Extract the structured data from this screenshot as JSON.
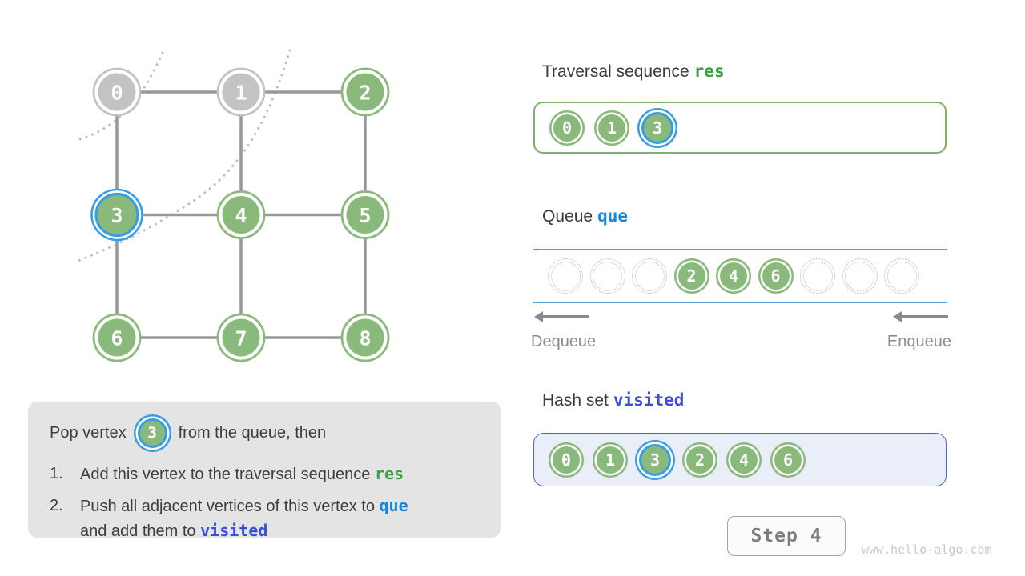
{
  "graph": {
    "nodes": [
      {
        "id": "0",
        "row": 0,
        "col": 0,
        "state": "gray",
        "highlight": false
      },
      {
        "id": "1",
        "row": 0,
        "col": 1,
        "state": "gray",
        "highlight": false
      },
      {
        "id": "2",
        "row": 0,
        "col": 2,
        "state": "green",
        "highlight": false
      },
      {
        "id": "3",
        "row": 1,
        "col": 0,
        "state": "green",
        "highlight": true
      },
      {
        "id": "4",
        "row": 1,
        "col": 1,
        "state": "green",
        "highlight": false
      },
      {
        "id": "5",
        "row": 1,
        "col": 2,
        "state": "green",
        "highlight": false
      },
      {
        "id": "6",
        "row": 2,
        "col": 0,
        "state": "green",
        "highlight": false
      },
      {
        "id": "7",
        "row": 2,
        "col": 1,
        "state": "green",
        "highlight": false
      },
      {
        "id": "8",
        "row": 2,
        "col": 2,
        "state": "green",
        "highlight": false
      }
    ],
    "edges": [
      [
        "0",
        "1"
      ],
      [
        "1",
        "2"
      ],
      [
        "3",
        "4"
      ],
      [
        "4",
        "5"
      ],
      [
        "6",
        "7"
      ],
      [
        "7",
        "8"
      ],
      [
        "0",
        "3"
      ],
      [
        "3",
        "6"
      ],
      [
        "1",
        "4"
      ],
      [
        "4",
        "7"
      ],
      [
        "2",
        "5"
      ],
      [
        "5",
        "8"
      ]
    ]
  },
  "panels": {
    "res": {
      "title_plain": "Traversal sequence",
      "title_code": "res",
      "items": [
        {
          "v": "0",
          "highlight": false
        },
        {
          "v": "1",
          "highlight": false
        },
        {
          "v": "3",
          "highlight": true
        }
      ]
    },
    "que": {
      "title_plain": "Queue",
      "title_code": "que",
      "slots": [
        {
          "v": ""
        },
        {
          "v": ""
        },
        {
          "v": ""
        },
        {
          "v": "2",
          "highlight": false
        },
        {
          "v": "4",
          "highlight": false
        },
        {
          "v": "6",
          "highlight": false
        },
        {
          "v": ""
        },
        {
          "v": ""
        },
        {
          "v": ""
        }
      ],
      "dequeue_label": "Dequeue",
      "enqueue_label": "Enqueue"
    },
    "visited": {
      "title_plain": "Hash set",
      "title_code": "visited",
      "items": [
        {
          "v": "0",
          "highlight": false
        },
        {
          "v": "1",
          "highlight": false
        },
        {
          "v": "3",
          "highlight": true
        },
        {
          "v": "2",
          "highlight": false
        },
        {
          "v": "4",
          "highlight": false
        },
        {
          "v": "6",
          "highlight": false
        }
      ]
    }
  },
  "explanation": {
    "line1_before": "Pop vertex",
    "line1_vertex": "3",
    "line1_after": "from the queue, then",
    "items": [
      {
        "num": "1.",
        "segments": [
          {
            "t": "Add this vertex to the traversal sequence "
          },
          {
            "t": "res",
            "style": "code-green"
          }
        ]
      },
      {
        "num": "2.",
        "segments": [
          {
            "t": "Push all adjacent vertices of this vertex to "
          },
          {
            "t": "que",
            "style": "code-blue"
          },
          {
            "br": true
          },
          {
            "t": "and add them to "
          },
          {
            "t": "visited",
            "style": "code-indigo"
          }
        ]
      }
    ]
  },
  "step": {
    "label": "Step 4"
  },
  "watermark": "www.hello-algo.com",
  "colors": {
    "vertex_green": "#8ab97c",
    "vertex_gray": "#c3c3c3",
    "highlight_blue": "#399de3",
    "code_green": "#3fa047",
    "code_blue": "#1488e0",
    "code_indigo": "#3a4fd8",
    "queue_line_blue": "#4ba0e0",
    "explain_box_gray": "#e4e4e4"
  }
}
